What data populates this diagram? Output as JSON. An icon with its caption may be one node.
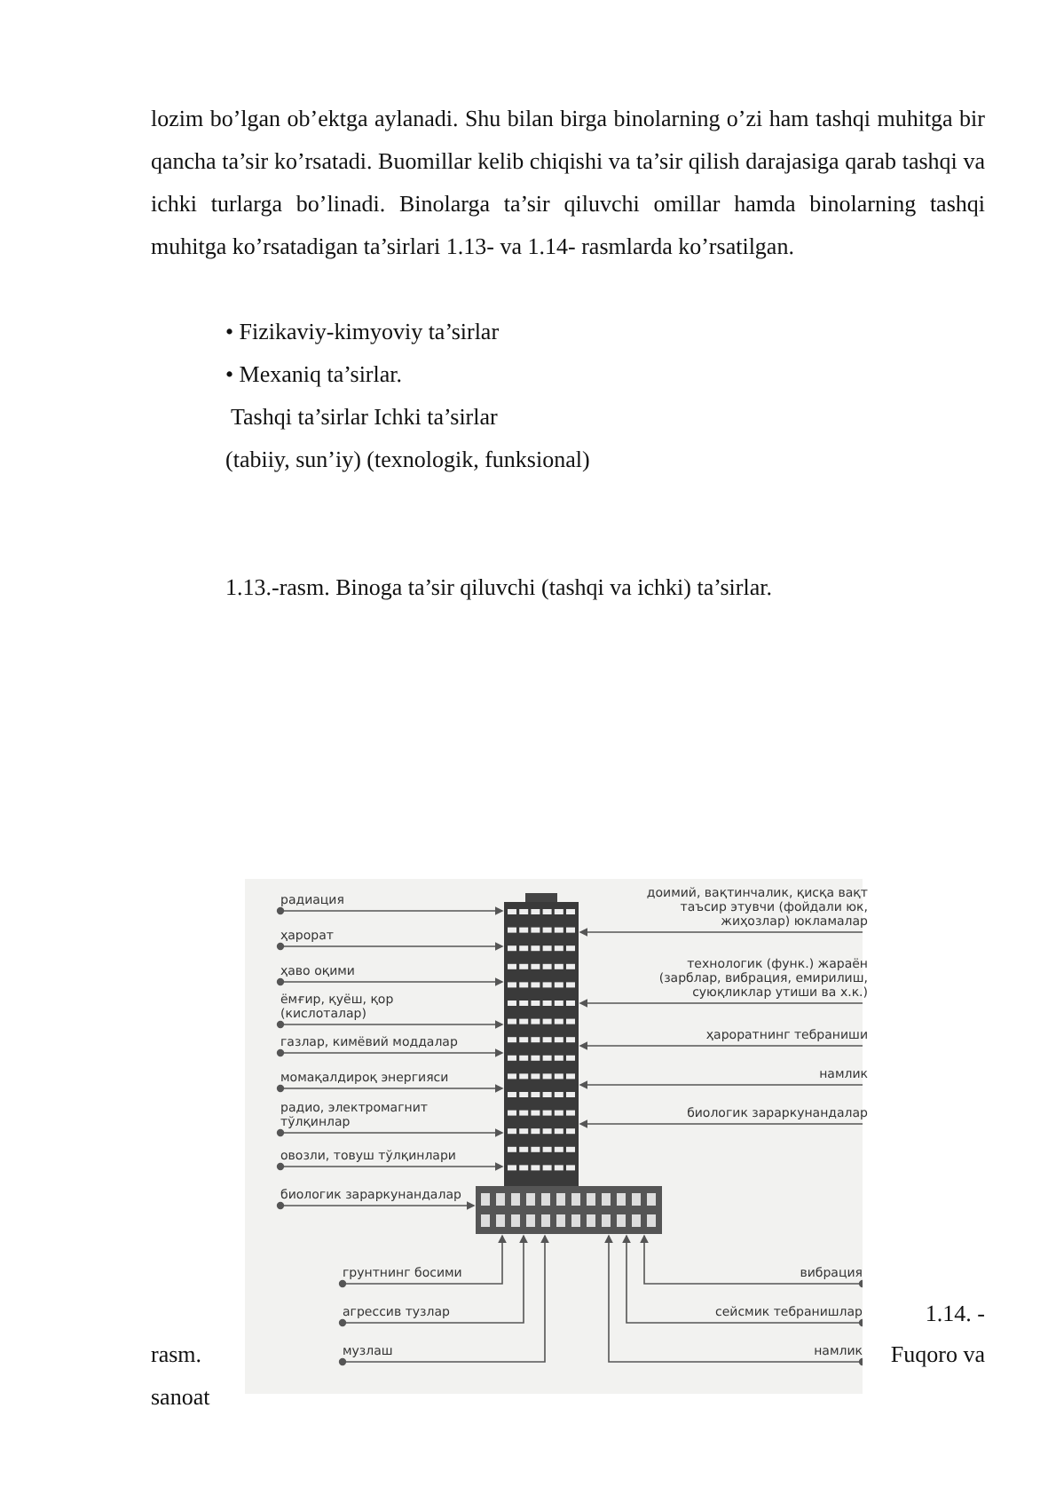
{
  "diagram": {
    "nodes": [
      {
        "text": [],
        "shape": "picture"
      },
      {
        "text": [
          "радиация"
        ]
      },
      {
        "text": [
          "ҳарорат"
        ]
      },
      {
        "text": [
          "ҳаво оқими"
        ]
      },
      {
        "text": [
          "ёмғир, қуёш, қор (кислоталар)"
        ]
      },
      {
        "text": [
          "газлар, кимёвий моддалар"
        ]
      },
      {
        "text": [
          "момақалдироқ энергияси"
        ]
      },
      {
        "text": [
          "радио, электромагнит тўлқинлар"
        ]
      },
      {
        "text": [
          "овозли, товуш тўлқинлари"
        ]
      },
      {
        "text": [
          "биологик зараркунандалар"
        ]
      },
      {
        "text": [
          "доимий, вақтинчалик, қисқа вақт таъсир этувчи (фойдали юк, жиҳозлар) юкламалар"
        ]
      },
      {
        "text": [
          "технологик (функ.) жараён (зарблар, вибрация, емирилиш, суюқликлар утиши ва х.к.)"
        ]
      },
      {
        "text": [
          "ҳароратнинг тебраниши"
        ]
      },
      {
        "text": [
          "намлик"
        ]
      },
      {
        "text": [
          "биологик зараркунандалар"
        ]
      },
      {
        "text": [
          "грунтнинг босими"
        ]
      },
      {
        "text": [
          "агрессив тузлар"
        ]
      },
      {
        "text": [
          "музлаш"
        ]
      },
      {
        "text": [
          "вибрация"
        ]
      },
      {
        "text": [
          "сейсмик тебранишлар"
        ]
      },
      {
        "text": [
          "намлик"
        ]
      }
    ],
    "edges": [
      {
        "from": 1,
        "to": 0,
        "arrow": "to"
      },
      {
        "from": 2,
        "to": 0,
        "arrow": "to"
      },
      {
        "from": 3,
        "to": 0,
        "arrow": "to"
      },
      {
        "from": 4,
        "to": 0,
        "arrow": "to"
      },
      {
        "from": 5,
        "to": 0,
        "arrow": "to"
      },
      {
        "from": 6,
        "to": 0,
        "arrow": "to"
      },
      {
        "from": 7,
        "to": 0,
        "arrow": "to"
      },
      {
        "from": 8,
        "to": 0,
        "arrow": "to"
      },
      {
        "from": 9,
        "to": 0,
        "arrow": "to"
      },
      {
        "from": 10,
        "to": 0,
        "arrow": "to"
      },
      {
        "from": 11,
        "to": 0,
        "arrow": "to"
      },
      {
        "from": 12,
        "to": 0,
        "arrow": "to"
      },
      {
        "from": 13,
        "to": 0,
        "arrow": "to"
      },
      {
        "from": 14,
        "to": 0,
        "arrow": "to"
      },
      {
        "from": 15,
        "to": 0,
        "arrow": "to"
      },
      {
        "from": 16,
        "to": 0,
        "arrow": "to"
      },
      {
        "from": 17,
        "to": 0,
        "arrow": "to"
      },
      {
        "from": 18,
        "to": 0,
        "arrow": "to"
      },
      {
        "from": 19,
        "to": 0,
        "arrow": "to"
      },
      {
        "from": 20,
        "to": 0,
        "arrow": "to"
      }
    ],
    "labels": [
      "lozim bo’lgan ob’ektga aylanadi. Shu bilan birga binolarning o’zi ham tashqi muhitga bir qancha ta’sir ko’rsatadi. Buomillar kelib chiqishi va ta’sir qilish darajasiga qarab tashqi va ichki turlarga bo’linadi. Binolarga ta’sir qiluvchi omillar hamda binolarning tashqi muhitga ko’rsatadigan ta’sirlari 1.13- va 1.14- rasmlarda ko’rsatilgan.",
      "• Fizikaviy-kimyoviy ta’sirlar",
      "• Mexaniq ta’sirlar.",
      "Tashqi ta’sirlar Ichki ta’sirlar",
      "(tabiiy, sun’iy) (texnologik, funksional)",
      "1.13.-rasm. Binoga ta’sir qiluvchi (tashqi va ichki) ta’sirlar.",
      "1.14. -",
      "rasm.",
      "Fuqoro va",
      "sanoat"
    ]
  }
}
